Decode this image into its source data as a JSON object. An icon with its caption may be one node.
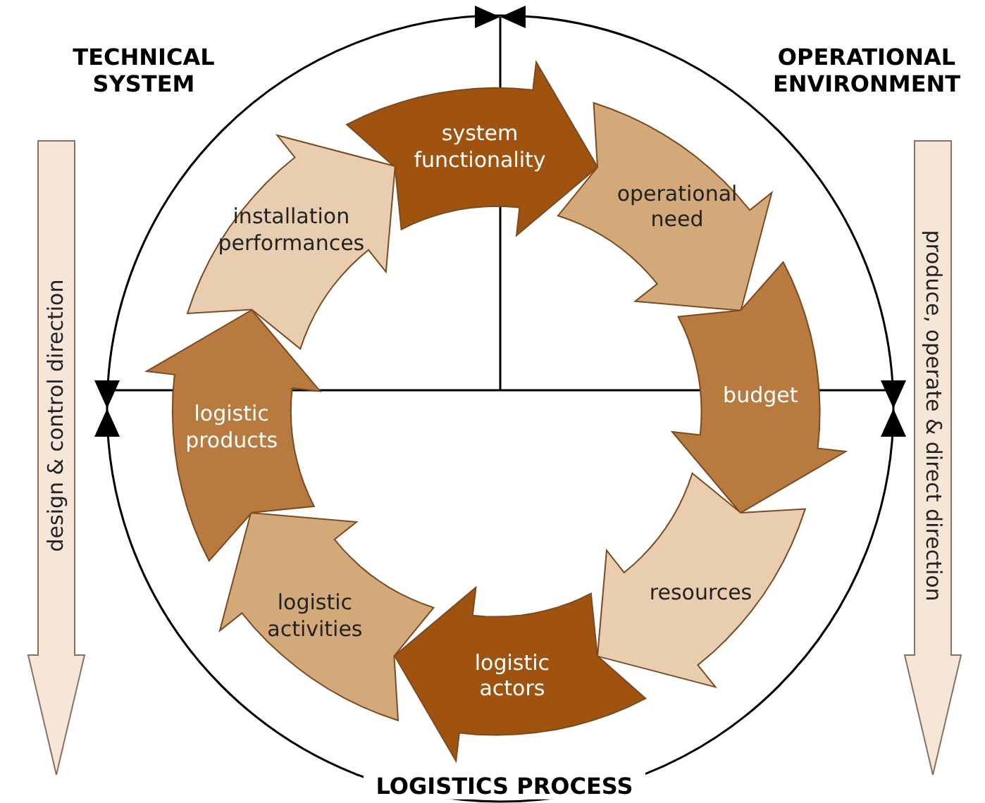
{
  "diagram": {
    "nodes": [
      {
        "text": [
          "system functionality"
        ]
      },
      {
        "text": [
          "operational need"
        ]
      },
      {
        "text": [
          "budget"
        ]
      },
      {
        "text": [
          "resources"
        ]
      },
      {
        "text": [
          "logistic actors"
        ]
      },
      {
        "text": [
          "logistic activities"
        ]
      },
      {
        "text": [
          "logistic products"
        ]
      },
      {
        "text": [
          "installation performances"
        ]
      },
      {
        "text": [
          "design & control direction"
        ]
      },
      {
        "text": [
          "produce, operate & direct direction"
        ]
      }
    ],
    "labels": [
      "TECHNICAL SYSTEM",
      "OPERATIONAL ENVIRONMENT",
      "LOGISTICS PROCESS"
    ]
  }
}
